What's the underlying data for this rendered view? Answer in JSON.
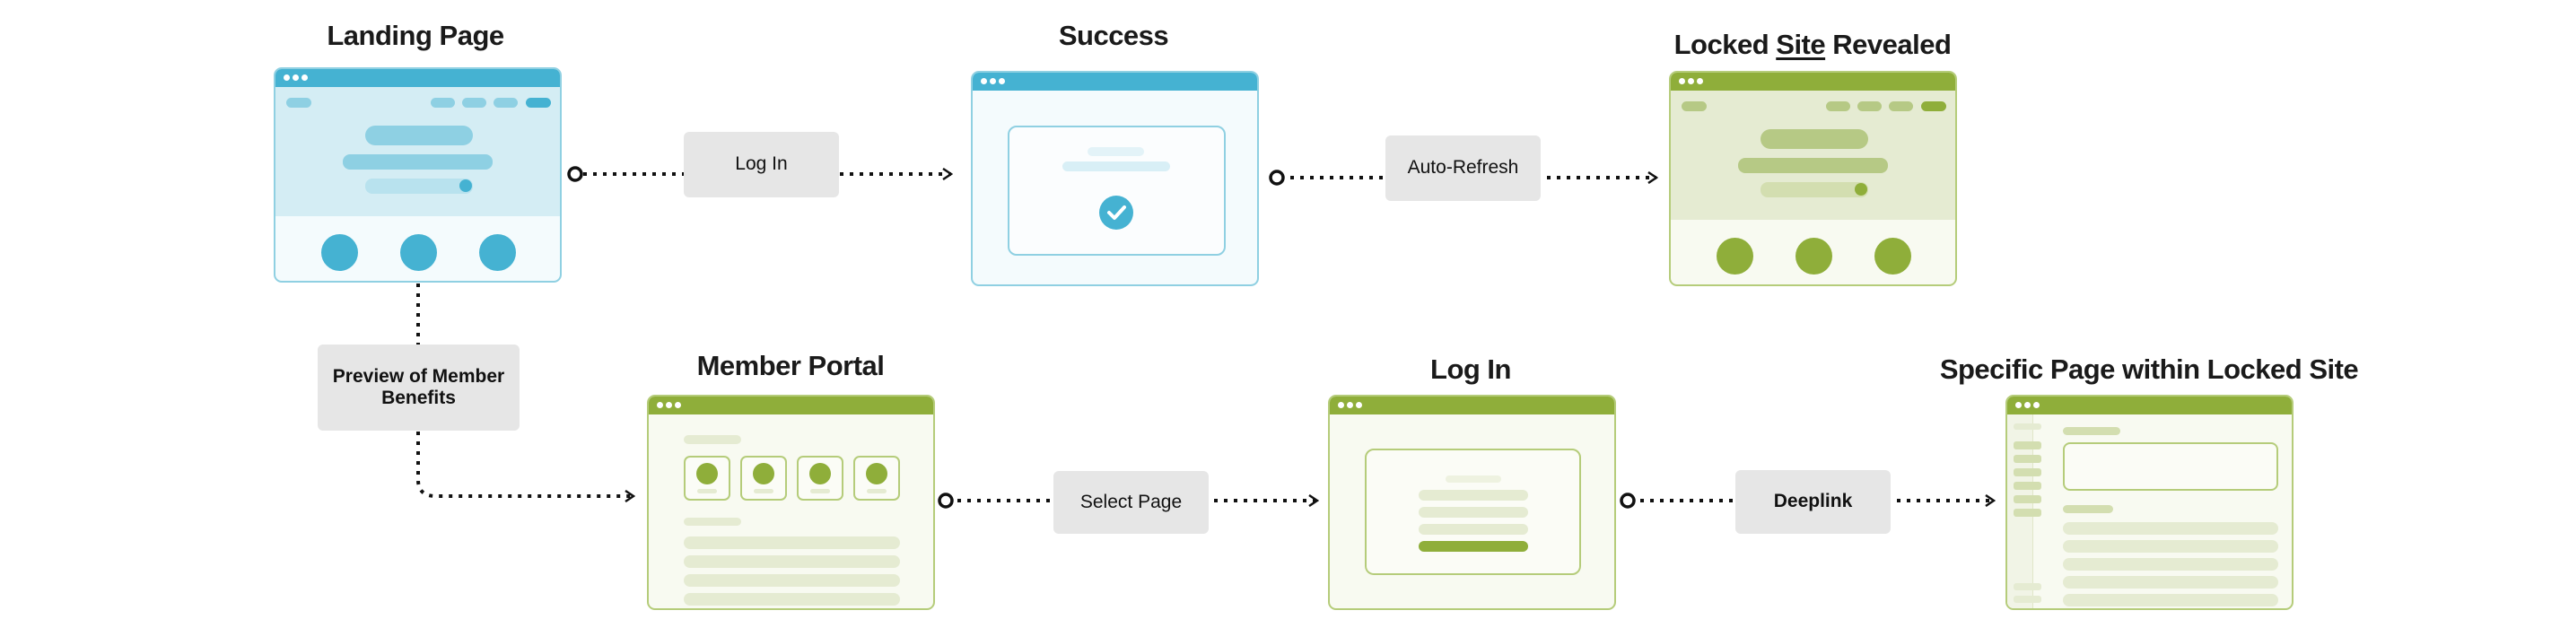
{
  "titles": {
    "landing": "Landing Page",
    "success": "Success",
    "locked_pre": "Locked ",
    "locked_site": "Site",
    "locked_post": " Revealed",
    "member_portal": "Member Portal",
    "login": "Log In",
    "specific_page": "Specific Page within Locked Site"
  },
  "steps": {
    "log_in": "Log In",
    "auto_refresh": "Auto-Refresh",
    "preview": "Preview of Member Benefits",
    "select_page": "Select Page",
    "deeplink": "Deeplink"
  },
  "colors": {
    "blue_accent": "#45b2d2",
    "blue_light": "#d4edf4",
    "green_accent": "#8fae3a",
    "green_light": "#e5ebd2",
    "connector": "#111111",
    "step_box": "#e6e6e6"
  }
}
